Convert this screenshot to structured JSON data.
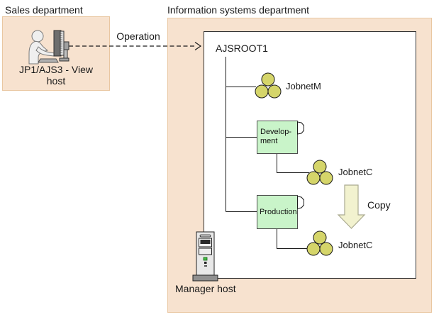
{
  "colors": {
    "peach_fill": "#f7e2cf",
    "peach_border": "#e9c7a2",
    "group_fill": "#c9f4c9",
    "group_border": "#4d4d4d",
    "jobnet_fill": "#d5d56a",
    "outline": "#1a1a1a",
    "copy_arrow_fill": "#f2f2cf",
    "copy_arrow_border": "#aaaa90"
  },
  "sales": {
    "title": "Sales department",
    "host_label": "JP1/AJS3 - View\nhost",
    "icon": "user-at-computer-icon"
  },
  "operation_arrow": {
    "label": "Operation",
    "icon": "dashed-arrow-right-icon"
  },
  "info": {
    "title": "Information systems department",
    "root": {
      "label": "AJSROOT1"
    },
    "tree": {
      "jobnet_m": "JobnetM",
      "dev_group": "Develop-\nment",
      "jobnet_c_dev": "JobnetC",
      "prod_group": "Production",
      "jobnet_c_prod": "JobnetC"
    },
    "copy_arrow": {
      "label": "Copy",
      "icon": "copy-down-arrow-icon"
    },
    "manager_host": {
      "label": "Manager host",
      "icon": "server-tower-icon"
    }
  }
}
